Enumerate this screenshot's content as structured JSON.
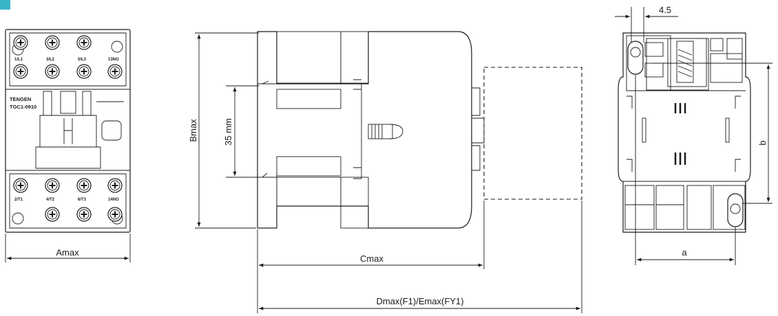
{
  "accent_color": "#3ab5c6",
  "front_view": {
    "brand": "TENGEN",
    "model": "TGC1-0910",
    "top_terminals": [
      "1/L1",
      "3/L2",
      "5/L3",
      "13NO"
    ],
    "bottom_terminals": [
      "2/T1",
      "4/T2",
      "6/T3",
      "14NO"
    ]
  },
  "dimensions": {
    "width": "Amax",
    "height": "Bmax",
    "rail": "35 mm",
    "depth": "Cmax",
    "depth_with_accessory": "Dmax(F1)/Emax(FY1)",
    "hole_offset": "4.5",
    "hole_vertical": "b",
    "hole_horizontal": "a"
  }
}
